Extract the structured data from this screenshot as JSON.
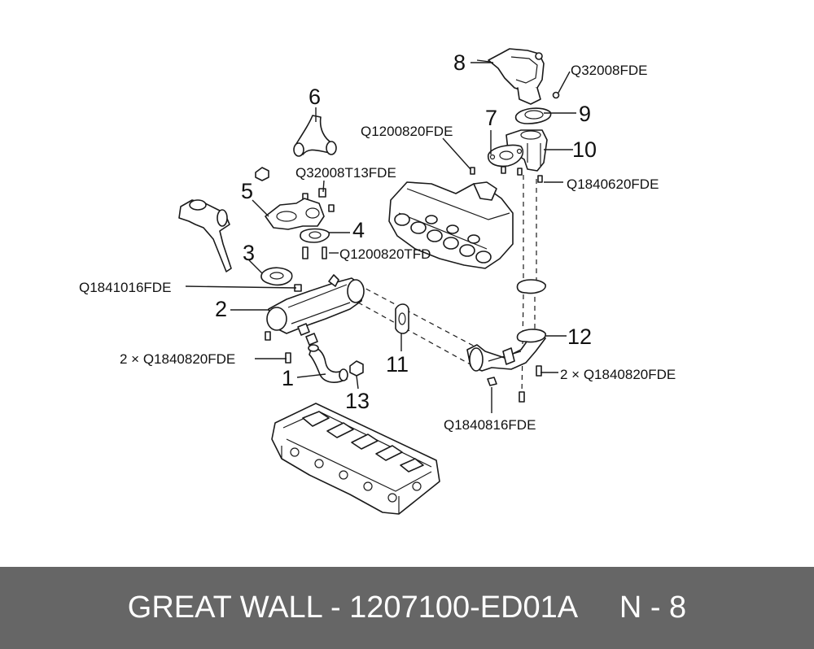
{
  "diagram": {
    "callouts": [
      "1",
      "2",
      "3",
      "4",
      "5",
      "6",
      "7",
      "8",
      "9",
      "10",
      "11",
      "12",
      "13"
    ],
    "part_codes": {
      "q32008fde": "Q32008FDE",
      "q1200820fde": "Q1200820FDE",
      "q1840620fde": "Q1840620FDE",
      "q32008t13fde": "Q32008T13FDE",
      "q1200820tfd": "Q1200820TFD",
      "q1841016fde": "Q1841016FDE",
      "q1840820fde_left": "2 × Q1840820FDE",
      "q1840820fde_right": "2 × Q1840820FDE",
      "q1840816fde": "Q1840816FDE"
    }
  },
  "footer": {
    "text": "GREAT WALL - 1207100-ED01A     N - 8"
  }
}
